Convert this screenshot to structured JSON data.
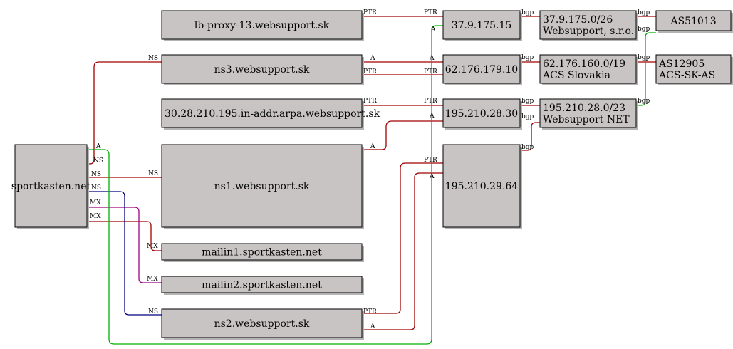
{
  "colors": {
    "red": "#a00000",
    "green": "#00b000",
    "blue": "#000080",
    "purple": "#a00080",
    "node_fill": "#c8c4c4",
    "node_shadow": "#b4b4b4"
  },
  "nodes": {
    "sportkasten": {
      "lines": [
        "sportkasten.net"
      ]
    },
    "lbproxy": {
      "lines": [
        "lb-proxy-13.websupport.sk"
      ]
    },
    "ns3": {
      "lines": [
        "ns3.websupport.sk"
      ]
    },
    "arpa": {
      "lines": [
        "30.28.210.195.in-addr.arpa.websupport.sk"
      ]
    },
    "ns1": {
      "lines": [
        "ns1.websupport.sk"
      ]
    },
    "mailin1": {
      "lines": [
        "mailin1.sportkasten.net"
      ]
    },
    "mailin2": {
      "lines": [
        "mailin2.sportkasten.net"
      ]
    },
    "ns2": {
      "lines": [
        "ns2.websupport.sk"
      ]
    },
    "ip1": {
      "lines": [
        "37.9.175.15"
      ]
    },
    "ip2": {
      "lines": [
        "62.176.179.10"
      ]
    },
    "ip3": {
      "lines": [
        "195.210.28.30"
      ]
    },
    "ip4": {
      "lines": [
        "195.210.29.64"
      ]
    },
    "net1": {
      "lines": [
        "37.9.175.0/26",
        "Websupport, s.r.o."
      ]
    },
    "net2": {
      "lines": [
        "62.176.160.0/19",
        "ACS Slovakia"
      ]
    },
    "net3": {
      "lines": [
        "195.210.28.0/23",
        "Websupport NET"
      ]
    },
    "as1": {
      "lines": [
        "AS51013"
      ]
    },
    "as2": {
      "lines": [
        "AS12905",
        "ACS-SK-AS"
      ]
    }
  },
  "edge_labels": {
    "ns": "NS",
    "mx": "MX",
    "a": "A",
    "ptr": "PTR",
    "bgp": "bgp"
  }
}
